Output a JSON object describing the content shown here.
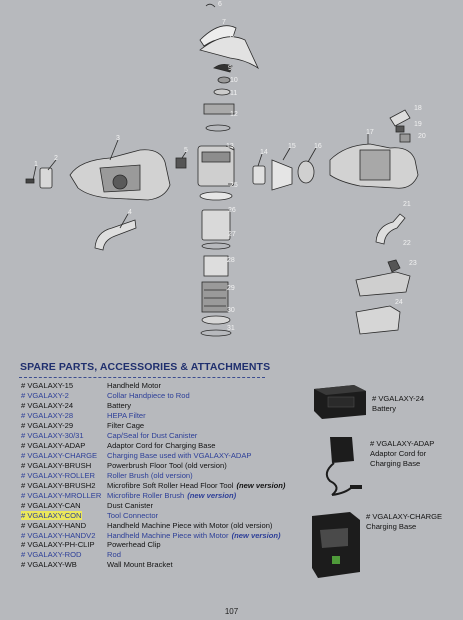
{
  "callouts": [
    "1",
    "2",
    "3",
    "4",
    "5",
    "6",
    "7",
    "8",
    "9",
    "10",
    "11",
    "12",
    "13",
    "14",
    "15",
    "16",
    "17",
    "18",
    "19",
    "20",
    "21",
    "22",
    "23",
    "24",
    "25",
    "26",
    "27",
    "28",
    "29",
    "30",
    "31"
  ],
  "section_title": "SPARE PARTS, ACCESSORIES & ATTACHMENTS",
  "parts": [
    {
      "code": "# VGALAXY-15",
      "desc": "Handheld Motor",
      "code_blue": false,
      "desc_blue": false,
      "highlight": false,
      "tag": ""
    },
    {
      "code": "# VGALAXY-2",
      "desc": "Collar Handpiece to Rod",
      "code_blue": true,
      "desc_blue": true,
      "highlight": false,
      "tag": ""
    },
    {
      "code": "# VGALAXY-24",
      "desc": "Battery",
      "code_blue": false,
      "desc_blue": false,
      "highlight": false,
      "tag": ""
    },
    {
      "code": "# VGALAXY-28",
      "desc": "HEPA Filter",
      "code_blue": true,
      "desc_blue": true,
      "highlight": false,
      "tag": ""
    },
    {
      "code": "# VGALAXY-29",
      "desc": "Filter Cage",
      "code_blue": false,
      "desc_blue": false,
      "highlight": false,
      "tag": ""
    },
    {
      "code": "# VGALAXY-30/31",
      "desc": "Cap/Seal for Dust Canister",
      "code_blue": true,
      "desc_blue": true,
      "highlight": false,
      "tag": ""
    },
    {
      "code": "# VGALAXY-ADAP",
      "desc": "Adaptor Cord for Charging Base",
      "code_blue": false,
      "desc_blue": false,
      "highlight": false,
      "tag": ""
    },
    {
      "code": "# VGALAXY-CHARGE",
      "desc": "Charging Base used with VGALAXY-ADAP",
      "code_blue": true,
      "desc_blue": true,
      "highlight": false,
      "tag": ""
    },
    {
      "code": "# VGALAXY-BRUSH",
      "desc": "Powerbrush Floor Tool (old version)",
      "code_blue": false,
      "desc_blue": false,
      "highlight": false,
      "tag": ""
    },
    {
      "code": "# VGALAXY-ROLLER",
      "desc": "Roller Brush (old version)",
      "code_blue": true,
      "desc_blue": true,
      "highlight": false,
      "tag": ""
    },
    {
      "code": "# VGALAXY-BRUSH2",
      "desc": "Microfibre Soft Roller Head Floor Tool",
      "code_blue": false,
      "desc_blue": false,
      "highlight": false,
      "tag": "(new version)"
    },
    {
      "code": "# VGALAXY-MROLLER",
      "desc": "Microfibre Roller Brush",
      "code_blue": true,
      "desc_blue": true,
      "highlight": false,
      "tag": "(new version)"
    },
    {
      "code": "# VGALAXY-CAN",
      "desc": "Dust Canister",
      "code_blue": false,
      "desc_blue": false,
      "highlight": false,
      "tag": ""
    },
    {
      "code": "# VGALAXY-CON",
      "desc": "Tool Connector",
      "code_blue": true,
      "desc_blue": true,
      "highlight": true,
      "tag": ""
    },
    {
      "code": "# VGALAXY-HAND",
      "desc": "Handheld Machine Piece with Motor (old version)",
      "code_blue": false,
      "desc_blue": false,
      "highlight": false,
      "tag": ""
    },
    {
      "code": "# VGALAXY-HANDV2",
      "desc": "Handheld Machine Piece with Motor",
      "code_blue": true,
      "desc_blue": true,
      "highlight": false,
      "tag": "(new version)"
    },
    {
      "code": "# VGALAXY-PH-CLIP",
      "desc": "Powerhead Clip",
      "code_blue": false,
      "desc_blue": false,
      "highlight": false,
      "tag": ""
    },
    {
      "code": "# VGALAXY-ROD",
      "desc": "Rod",
      "code_blue": true,
      "desc_blue": true,
      "highlight": false,
      "tag": ""
    },
    {
      "code": "# VGALAXY-WB",
      "desc": "Wall Mount Bracket",
      "code_blue": false,
      "desc_blue": false,
      "highlight": false,
      "tag": ""
    }
  ],
  "products": [
    {
      "code": "# VGALAXY-24",
      "name": "Battery"
    },
    {
      "code": "# VGALAXY-ADAP",
      "name": "Adaptor Cord for Charging Base"
    },
    {
      "code": "# VGALAXY-CHARGE",
      "name": "Charging Base"
    }
  ],
  "page_number": "107",
  "colors": {
    "background": "#b7b9bd",
    "heading": "#1f2f6e",
    "link_blue": "#2d3f98",
    "highlight": "#ece85a"
  }
}
